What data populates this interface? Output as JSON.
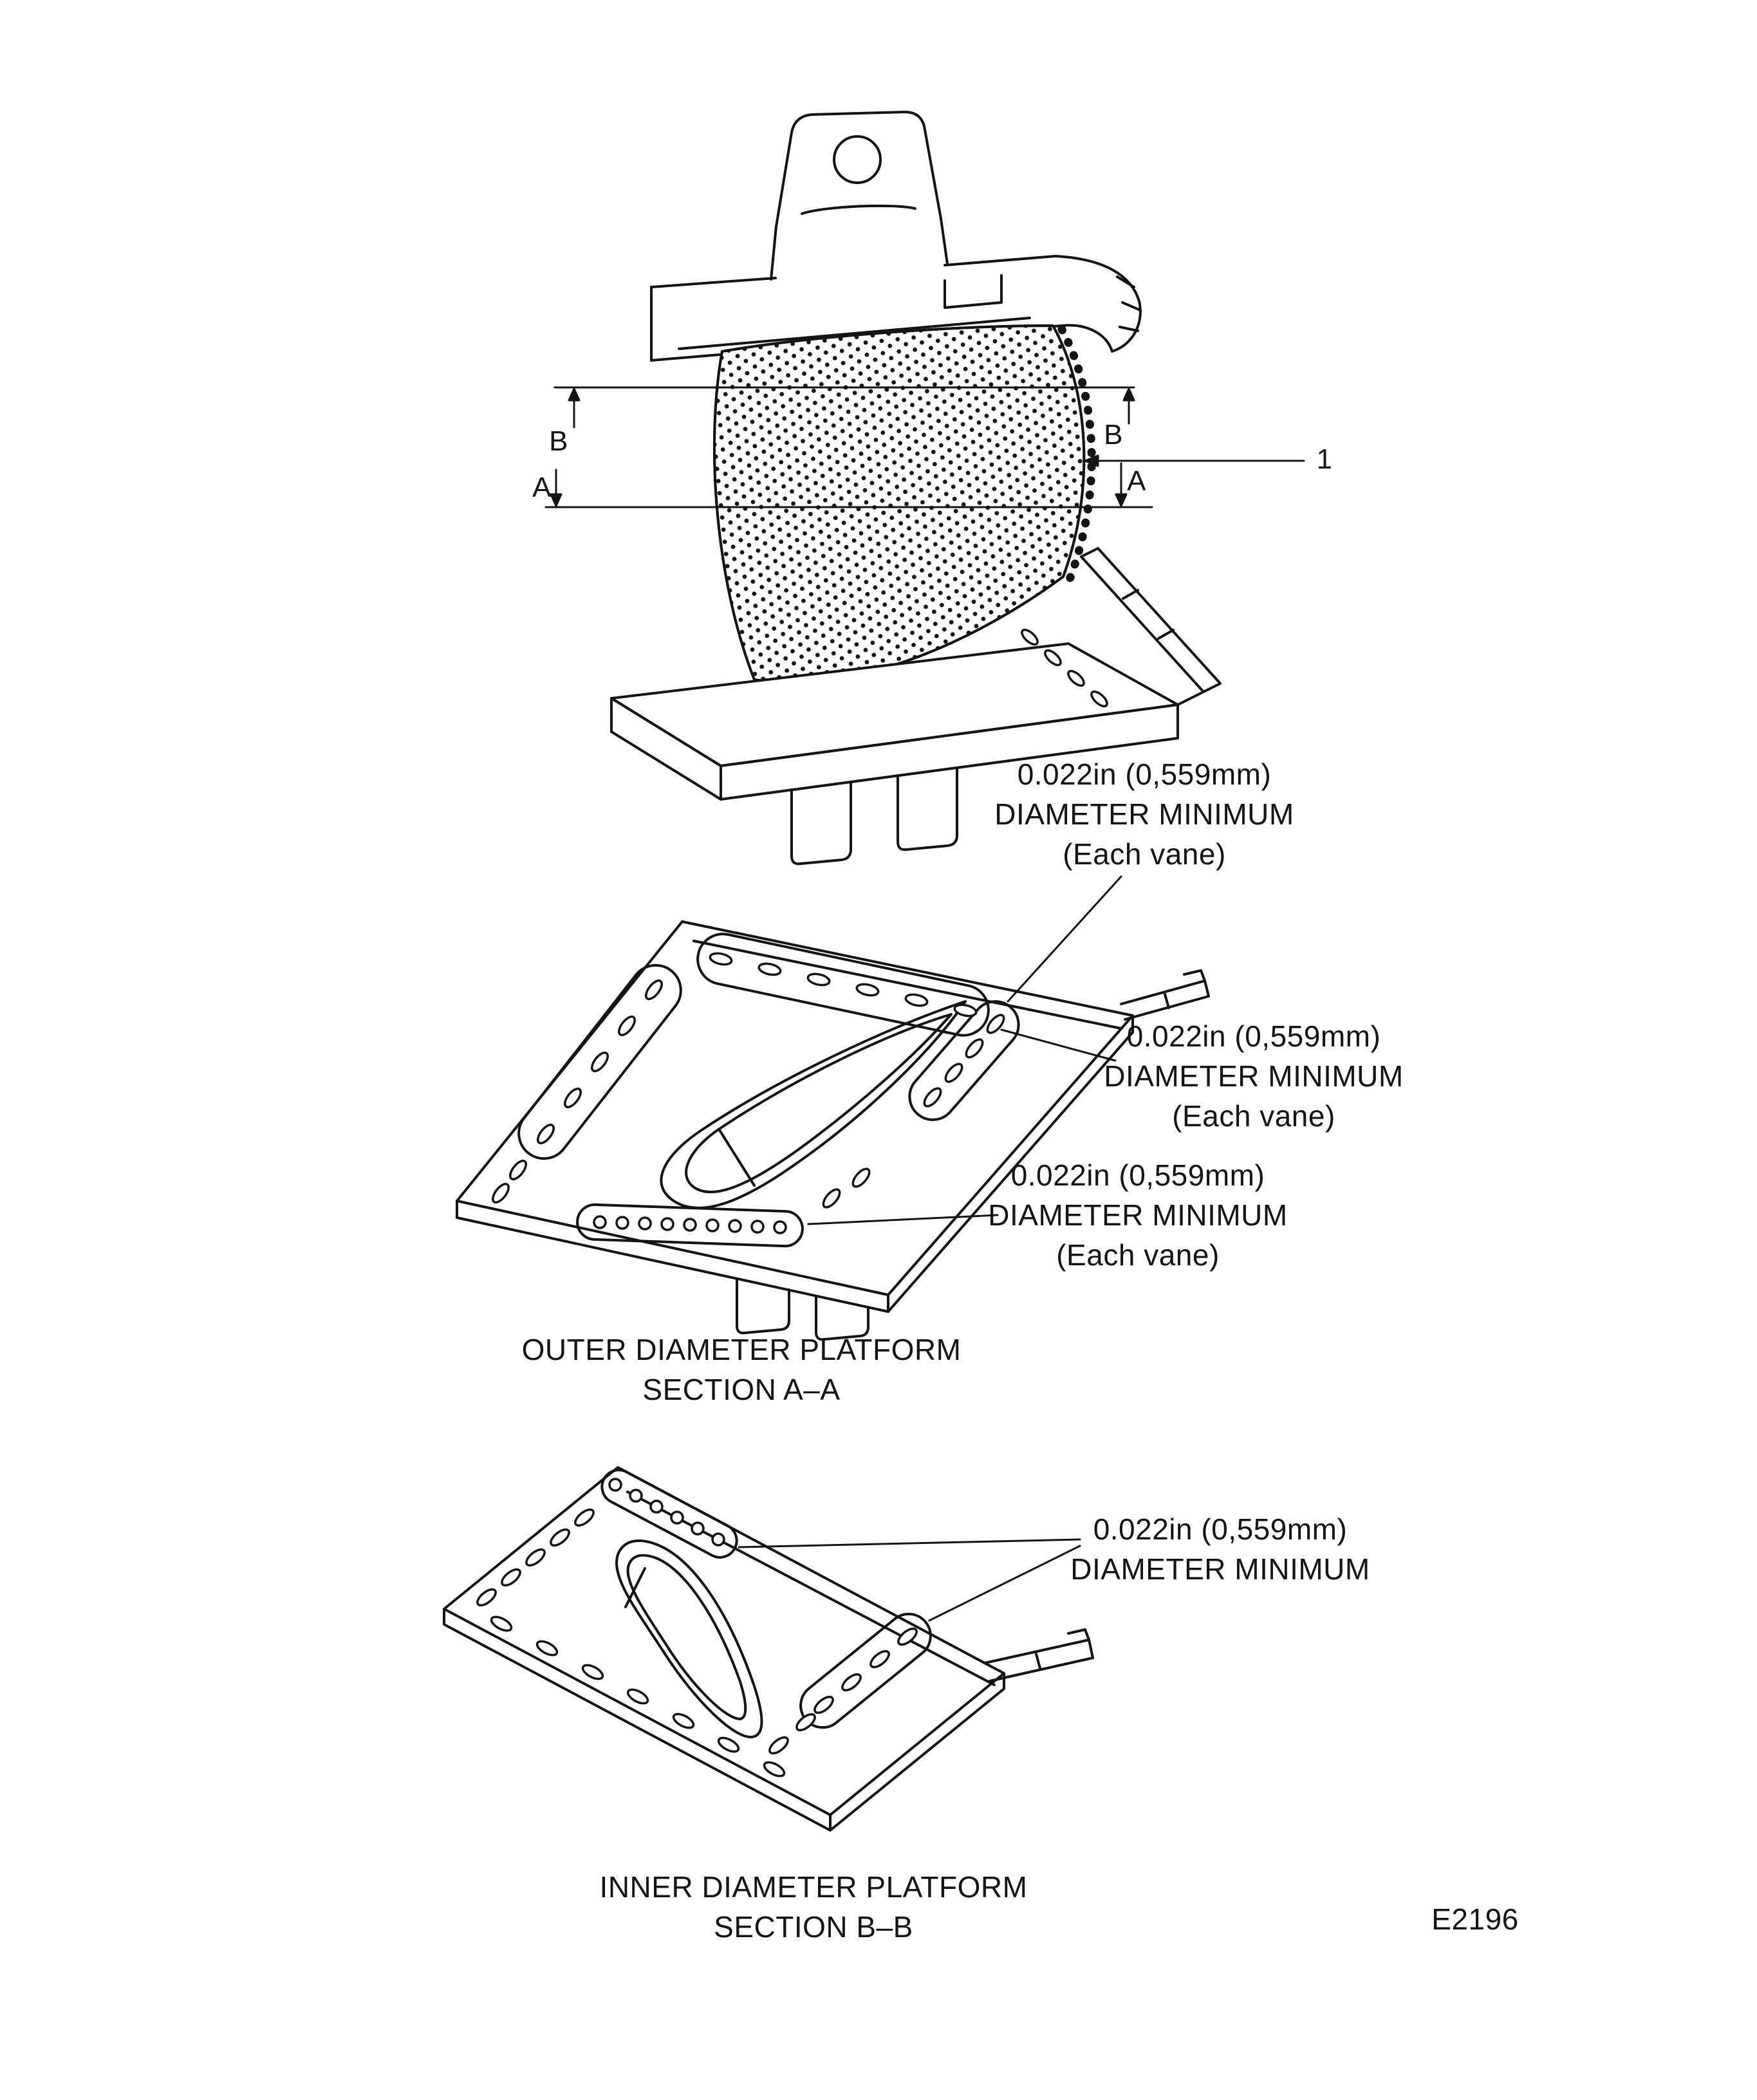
{
  "page": {
    "background": "#ffffff",
    "ink": "#141414"
  },
  "vane_figure": {
    "marker_b": "B",
    "marker_a": "A",
    "callout": "1"
  },
  "annotations": {
    "outer_top": {
      "size": "0.022in (0,559mm)",
      "label": "DIAMETER MINIMUM",
      "note": "(Each vane)"
    },
    "outer_right": {
      "size": "0.022in (0,559mm)",
      "label": "DIAMETER MINIMUM",
      "note": "(Each vane)"
    },
    "outer_bottom": {
      "size": "0.022in (0,559mm)",
      "label": "DIAMETER MINIMUM",
      "note": "(Each vane)"
    },
    "inner": {
      "size": "0.022in (0,559mm)",
      "label": "DIAMETER MINIMUM"
    }
  },
  "captions": {
    "outer": {
      "title": "OUTER DIAMETER PLATFORM",
      "section": "SECTION A–A"
    },
    "inner": {
      "title": "INNER DIAMETER PLATFORM",
      "section": "SECTION B–B"
    }
  },
  "drawing_number": "E2196"
}
